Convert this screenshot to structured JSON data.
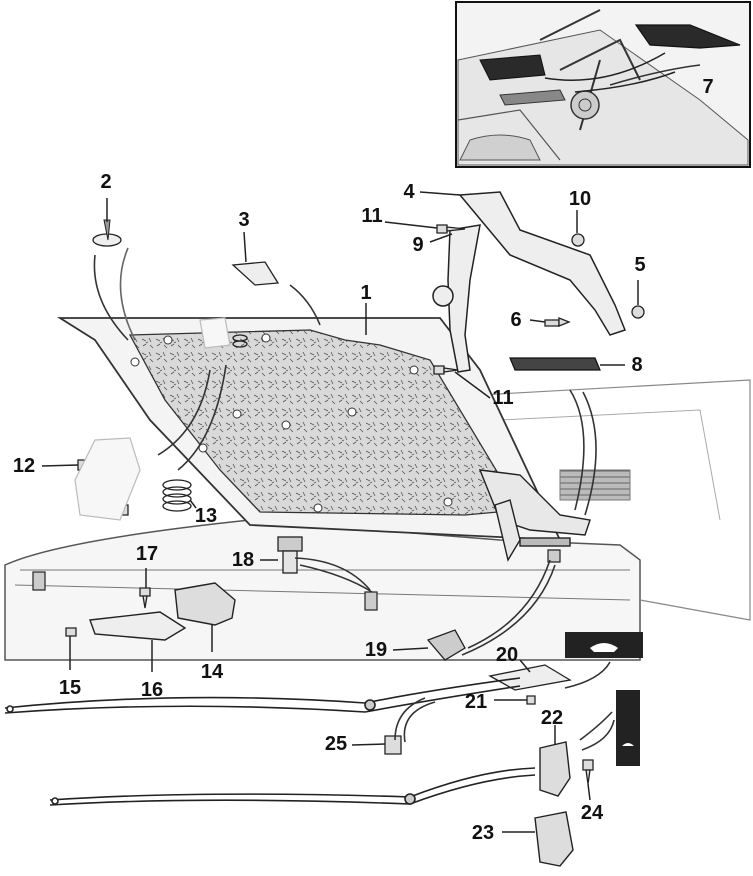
{
  "diagram": {
    "callouts": [
      "1",
      "2",
      "3",
      "4",
      "5",
      "6",
      "7",
      "8",
      "9",
      "10",
      "11",
      "11",
      "12",
      "13",
      "14",
      "15",
      "16",
      "17",
      "18",
      "19",
      "20",
      "21",
      "22",
      "23",
      "24",
      "25"
    ]
  },
  "colors": {
    "line": "#222222",
    "insulation_fill": "#d6d6d6",
    "body_fill": "#f4f4f4",
    "part_fill": "#e2e2e2",
    "dark_part": "#2a2a2a",
    "pad_fill": "#444444"
  }
}
